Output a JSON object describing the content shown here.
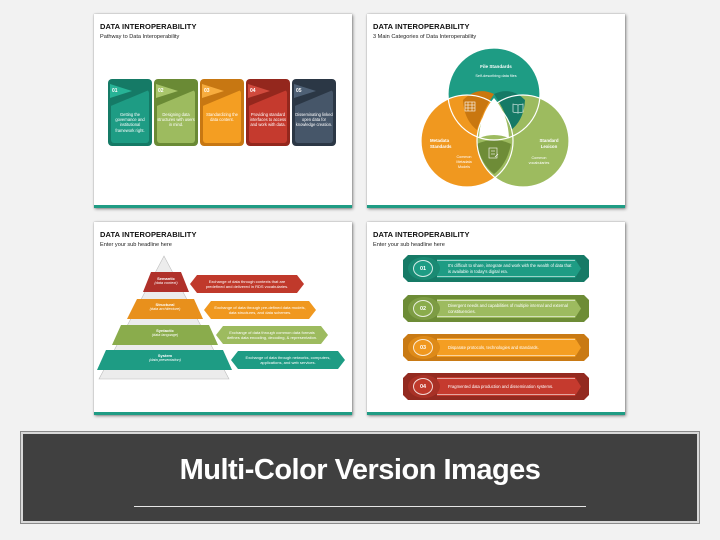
{
  "slides": [
    {
      "title": "DATA INTEROPERABILITY",
      "subtitle": "Pathway to Data Interoperability",
      "cards": [
        {
          "num": "01",
          "text": "Getting the governance and institutional framework right.",
          "color": "#1e9c84",
          "dark": "#157a66"
        },
        {
          "num": "02",
          "text": "Designing data structures with users in mind.",
          "color": "#8aac4c",
          "dark": "#6a8a35"
        },
        {
          "num": "03",
          "text": "Standardizing the data content.",
          "color": "#f0981f",
          "dark": "#c77712"
        },
        {
          "num": "04",
          "text": "Providing standard interfaces to access and work with data.",
          "color": "#c0392b",
          "dark": "#94271d"
        },
        {
          "num": "05",
          "text": "Disseminating linked open data for knowledge creation.",
          "color": "#3b4a5c",
          "dark": "#2b3745"
        }
      ]
    },
    {
      "title": "DATA INTEROPERABILITY",
      "subtitle": "3 Main Categories of Data Interoperability",
      "venn": {
        "top": {
          "label": "File Standards",
          "desc": "Self-describing data files",
          "color": "#1e9c84"
        },
        "left": {
          "label": "Metadata Standards",
          "desc": "Common Metadata Models",
          "color": "#f0981f"
        },
        "right": {
          "label": "Standard Lexicon",
          "desc": "Common vocabularies",
          "color": "#9dbb5f"
        },
        "icons": [
          "calendar-grid-icon",
          "open-book-icon",
          "document-check-icon"
        ]
      }
    },
    {
      "title": "DATA INTEROPERABILITY",
      "subtitle": "Enter your sub headline here",
      "tiers": [
        {
          "name": "Semantic",
          "sub": "(data context)",
          "desc": "Exchange of data through contexts that are predefined and delivered in RDS vocabularies.",
          "color": "#b0312a"
        },
        {
          "name": "Structural",
          "sub": "(data architecture)",
          "desc": "Exchange of data through pre-defined data models, data structures, and data schemes.",
          "color": "#e8901c"
        },
        {
          "name": "Syntactic",
          "sub": "(data language)",
          "desc": "Exchange of data through common data formats defines data encoding, decoding, & representation.",
          "color": "#8aac4c"
        },
        {
          "name": "System",
          "sub": "(data presentation)",
          "desc": "Exchange of data through networks, computers, applications, and web services.",
          "color": "#1e9c84"
        }
      ]
    },
    {
      "title": "DATA INTEROPERABILITY",
      "subtitle": "Enter your sub headline here",
      "rows": [
        {
          "num": "01",
          "text": "It's difficult to share, integrate and work with the wealth of data that is available in today's digital era.",
          "color": "#1e9c84",
          "dark": "#167a66"
        },
        {
          "num": "02",
          "text": "Divergent needs and capabilities of multiple internal and external constituencies.",
          "color": "#8aac4c",
          "dark": "#6d8c36"
        },
        {
          "num": "03",
          "text": "Disparate protocols, technologies and standards.",
          "color": "#f0981f",
          "dark": "#c97a14"
        },
        {
          "num": "04",
          "text": "Fragmented data production and dissemination systems.",
          "color": "#c0392b",
          "dark": "#932a20"
        }
      ]
    }
  ],
  "banner": {
    "title": "Multi-Color Version Images"
  }
}
